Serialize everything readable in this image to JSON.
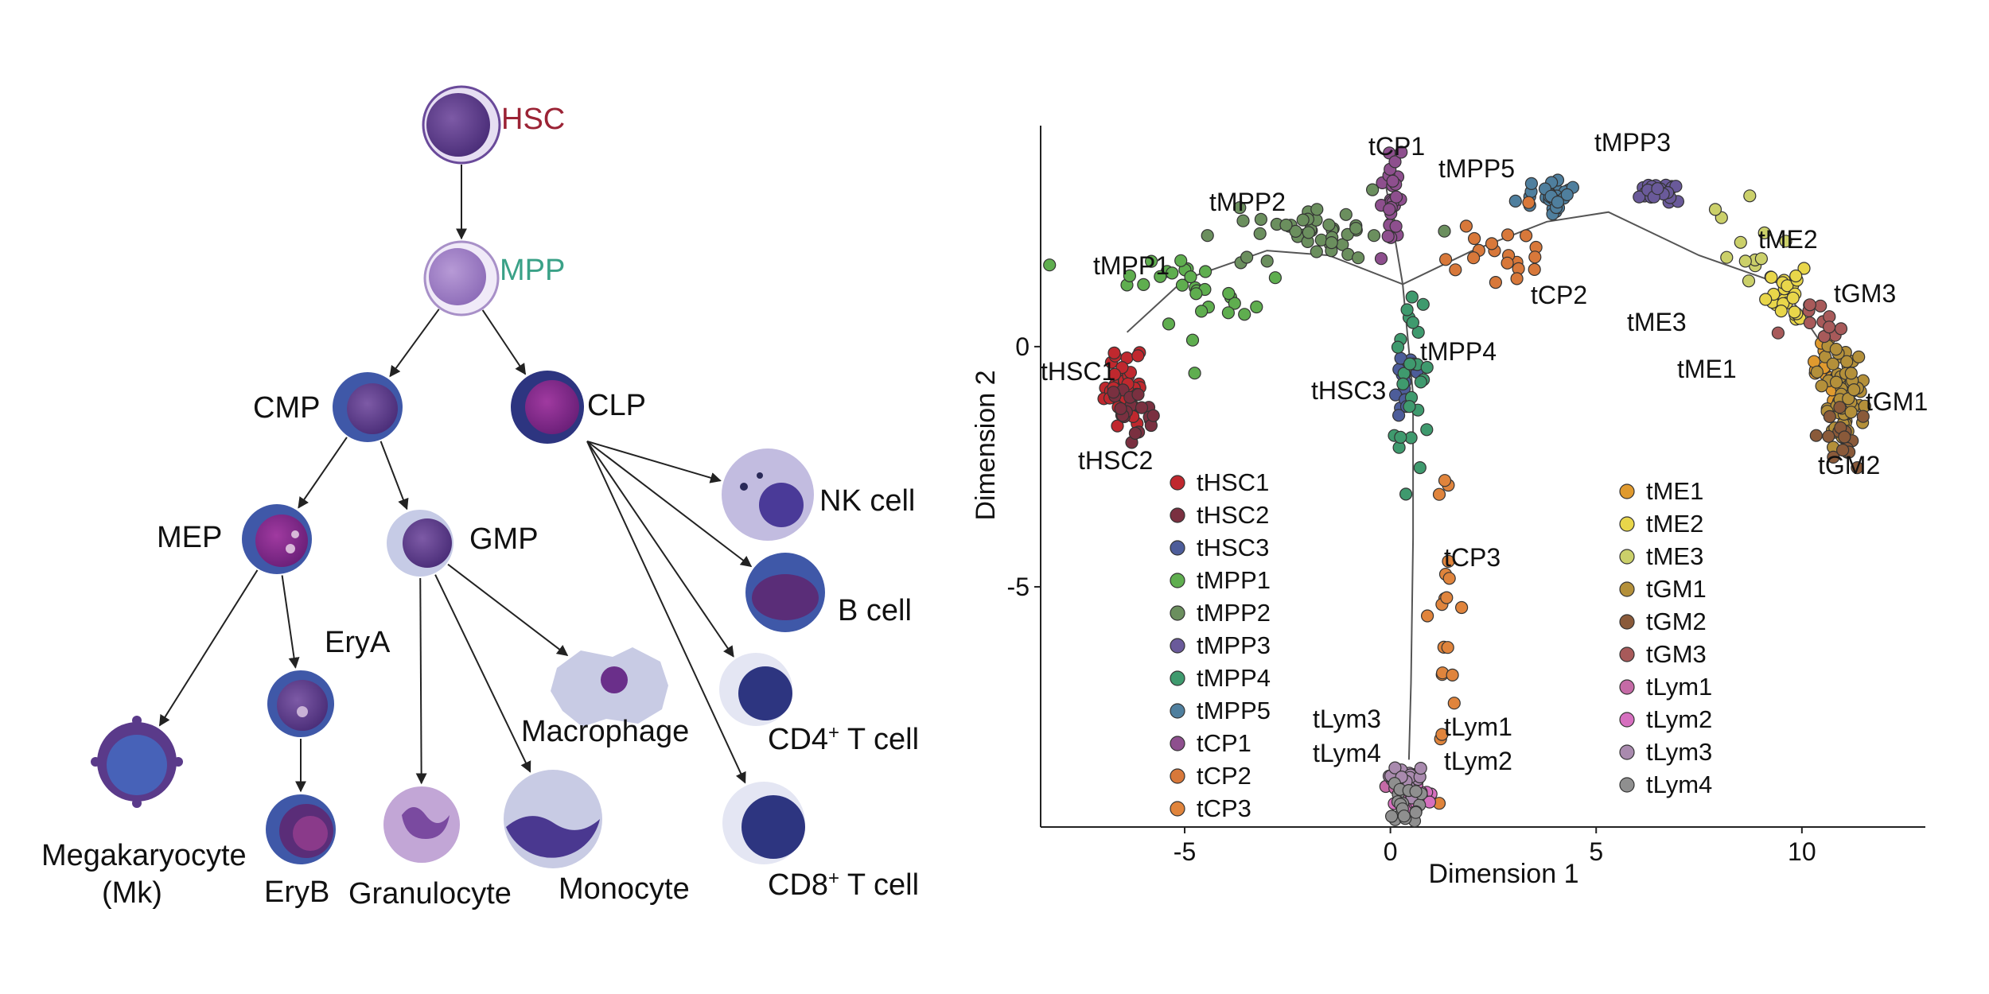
{
  "hierarchy": {
    "nodes": [
      {
        "id": "HSC",
        "label": "HSC",
        "color": "#9b2335"
      },
      {
        "id": "MPP",
        "label": "MPP",
        "color": "#3aa187"
      },
      {
        "id": "CMP",
        "label": "CMP"
      },
      {
        "id": "CLP",
        "label": "CLP"
      },
      {
        "id": "MEP",
        "label": "MEP"
      },
      {
        "id": "GMP",
        "label": "GMP"
      },
      {
        "id": "EryA",
        "label": "EryA"
      },
      {
        "id": "EryB",
        "label": "EryB"
      },
      {
        "id": "Mk",
        "label": "Megakaryocyte",
        "label2": "(Mk)"
      },
      {
        "id": "Granulocyte",
        "label": "Granulocyte"
      },
      {
        "id": "Monocyte",
        "label": "Monocyte"
      },
      {
        "id": "Macrophage",
        "label": "Macrophage"
      },
      {
        "id": "NK",
        "label": "NK cell"
      },
      {
        "id": "B",
        "label": "B cell"
      },
      {
        "id": "CD4",
        "label": "CD4",
        "sup": "+",
        "suffix": " T cell"
      },
      {
        "id": "CD8",
        "label": "CD8",
        "sup": "+",
        "suffix": " T cell"
      }
    ],
    "edges": [
      [
        "HSC",
        "MPP"
      ],
      [
        "MPP",
        "CMP"
      ],
      [
        "MPP",
        "CLP"
      ],
      [
        "CMP",
        "MEP"
      ],
      [
        "CMP",
        "GMP"
      ],
      [
        "MEP",
        "Mk"
      ],
      [
        "MEP",
        "EryA"
      ],
      [
        "EryA",
        "EryB"
      ],
      [
        "GMP",
        "Granulocyte"
      ],
      [
        "GMP",
        "Monocyte"
      ],
      [
        "GMP",
        "Macrophage"
      ],
      [
        "CLP",
        "NK"
      ],
      [
        "CLP",
        "B"
      ],
      [
        "CLP",
        "CD4"
      ],
      [
        "CLP",
        "CD8"
      ]
    ]
  },
  "chart_data": {
    "type": "scatter",
    "title": "",
    "xlabel": "Dimension 1",
    "ylabel": "Dimension 2",
    "xlim": [
      -8.5,
      13
    ],
    "ylim": [
      -10,
      4.6
    ],
    "xticks": [
      -5,
      0,
      5,
      10
    ],
    "yticks": [
      0,
      -5
    ],
    "legend_left": [
      "tHSC1",
      "tHSC2",
      "tHSC3",
      "tMPP1",
      "tMPP2",
      "tMPP3",
      "tMPP4",
      "tMPP5",
      "tCP1",
      "tCP2",
      "tCP3"
    ],
    "legend_right": [
      "tME1",
      "tME2",
      "tME3",
      "tGM1",
      "tGM2",
      "tGM3",
      "tLym1",
      "tLym2",
      "tLym3",
      "tLym4"
    ],
    "series_colors": {
      "tHSC1": "#c0282e",
      "tHSC2": "#7a3040",
      "tHSC3": "#4d5d9a",
      "tMPP1": "#5fae4f",
      "tMPP2": "#6b8f5e",
      "tMPP3": "#6a5a9a",
      "tMPP4": "#3f9a6e",
      "tMPP5": "#4f7f9e",
      "tCP1": "#8e4f8e",
      "tCP2": "#d8783a",
      "tCP3": "#e0843c",
      "tME1": "#e09a2e",
      "tME2": "#e8d64a",
      "tME3": "#cbd06a",
      "tGM1": "#b4903a",
      "tGM2": "#8a5a3a",
      "tGM3": "#a85a5a",
      "tLym1": "#c56aa6",
      "tLym2": "#d66fbf",
      "tLym3": "#a98aae",
      "tLym4": "#8f8f8f"
    },
    "clusters": [
      {
        "name": "tHSC1",
        "label": "tHSC1",
        "x": -6.5,
        "y": -0.9,
        "sx": 0.22,
        "sy": 0.35,
        "n": 40
      },
      {
        "name": "tHSC2",
        "label": "tHSC2",
        "x": -6.2,
        "y": -1.4,
        "sx": 0.3,
        "sy": 0.3,
        "n": 20
      },
      {
        "name": "tHSC3",
        "label": "tHSC3",
        "x": 0.4,
        "y": -0.8,
        "sx": 0.2,
        "sy": 0.4,
        "n": 15
      },
      {
        "name": "tMPP1",
        "label": "tMPP1",
        "x": -4.5,
        "y": 1.2,
        "sx": 0.9,
        "sy": 0.4,
        "n": 30
      },
      {
        "name": "tMPP2",
        "label": "tMPP2",
        "x": -2.0,
        "y": 2.4,
        "sx": 1.0,
        "sy": 0.3,
        "n": 45
      },
      {
        "name": "tMPP3",
        "label": "tMPP3",
        "x": 6.5,
        "y": 3.2,
        "sx": 0.3,
        "sy": 0.15,
        "n": 25
      },
      {
        "name": "tMPP4",
        "label": "tMPP4",
        "x": 0.5,
        "y": -1.0,
        "sx": 0.25,
        "sy": 1.0,
        "n": 25
      },
      {
        "name": "tMPP5",
        "label": "tMPP5",
        "x": 3.9,
        "y": 3.1,
        "sx": 0.3,
        "sy": 0.15,
        "n": 30
      },
      {
        "name": "tCP1",
        "label": "tCP1",
        "x": 0.0,
        "y": 3.0,
        "sx": 0.15,
        "sy": 0.6,
        "n": 30
      },
      {
        "name": "tCP2",
        "label": "tCP2",
        "x": 2.6,
        "y": 2.0,
        "sx": 0.7,
        "sy": 0.4,
        "n": 20
      },
      {
        "name": "tCP3",
        "label": "tCP3",
        "x": 1.3,
        "y": -6.0,
        "sx": 0.15,
        "sy": 1.8,
        "n": 20
      },
      {
        "name": "tME1",
        "label": "tME1",
        "x": 10.6,
        "y": -0.5,
        "sx": 0.3,
        "sy": 0.3,
        "n": 12
      },
      {
        "name": "tME2",
        "label": "tME2",
        "x": 9.6,
        "y": 1.3,
        "sx": 0.25,
        "sy": 0.4,
        "n": 25
      },
      {
        "name": "tME3",
        "label": "tME3",
        "x": 8.8,
        "y": 2.0,
        "sx": 0.6,
        "sy": 0.5,
        "n": 12
      },
      {
        "name": "tGM1",
        "label": "tGM1",
        "x": 11.0,
        "y": -1.0,
        "sx": 0.25,
        "sy": 0.5,
        "n": 70
      },
      {
        "name": "tGM2",
        "label": "tGM2",
        "x": 11.0,
        "y": -1.8,
        "sx": 0.2,
        "sy": 0.3,
        "n": 15
      },
      {
        "name": "tGM3",
        "label": "tGM3",
        "x": 10.6,
        "y": 0.5,
        "sx": 0.4,
        "sy": 0.2,
        "n": 12
      },
      {
        "name": "tLym1",
        "label": "tLym1",
        "x": 0.4,
        "y": -9.2,
        "sx": 0.2,
        "sy": 0.2,
        "n": 20
      },
      {
        "name": "tLym2",
        "label": "tLym2",
        "x": 0.5,
        "y": -9.4,
        "sx": 0.2,
        "sy": 0.2,
        "n": 20
      },
      {
        "name": "tLym3",
        "label": "tLym3",
        "x": 0.3,
        "y": -9.0,
        "sx": 0.2,
        "sy": 0.2,
        "n": 20
      },
      {
        "name": "tLym4",
        "label": "tLym4",
        "x": 0.4,
        "y": -9.5,
        "sx": 0.2,
        "sy": 0.2,
        "n": 20
      }
    ]
  }
}
